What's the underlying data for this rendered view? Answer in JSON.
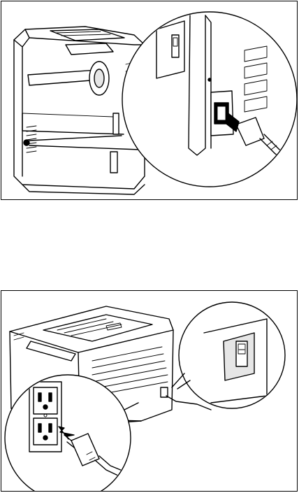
{
  "figure": {
    "steps": [
      {
        "id": "step-connect-power-cord-printer",
        "icon": "printer-power-inlet-illustration"
      },
      {
        "id": "step-plug-into-outlet",
        "icon": "wall-outlet-illustration"
      }
    ],
    "colors": {
      "line": "#000000",
      "paper": "#ffffff",
      "shade": "#e6e6e6"
    }
  }
}
